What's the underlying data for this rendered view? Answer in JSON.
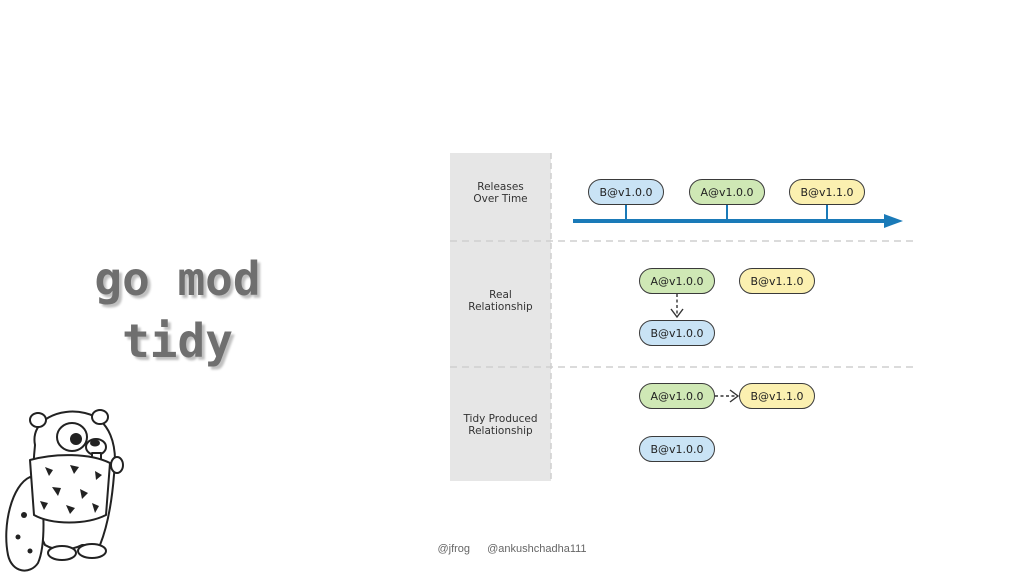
{
  "title": {
    "line1": "go mod",
    "line2": "tidy"
  },
  "diagram": {
    "lanes": [
      {
        "label_line1": "Releases",
        "label_line2": "Over Time"
      },
      {
        "label_line1": "Real",
        "label_line2": "Relationship"
      },
      {
        "label_line1": "Tidy Produced",
        "label_line2": "Relationship"
      }
    ],
    "releases": [
      "B@v1.0.0",
      "A@v1.0.0",
      "B@v1.1.0"
    ],
    "real": {
      "a": "A@v1.0.0",
      "b_new": "B@v1.1.0",
      "b_old": "B@v1.0.0"
    },
    "tidy": {
      "a": "A@v1.0.0",
      "b_new": "B@v1.1.0",
      "b_old": "B@v1.0.0"
    },
    "colors": {
      "blue": "#c9e3f5",
      "green": "#cfe8b5",
      "yellow": "#fbf0b0",
      "timeline": "#1a7ab8",
      "lane_bg": "#e6e6e6"
    }
  },
  "footer": {
    "handle1": "@jfrog",
    "handle2": "@ankushchadha111"
  },
  "icons": {
    "mascot": "gopher-caveman-icon"
  }
}
